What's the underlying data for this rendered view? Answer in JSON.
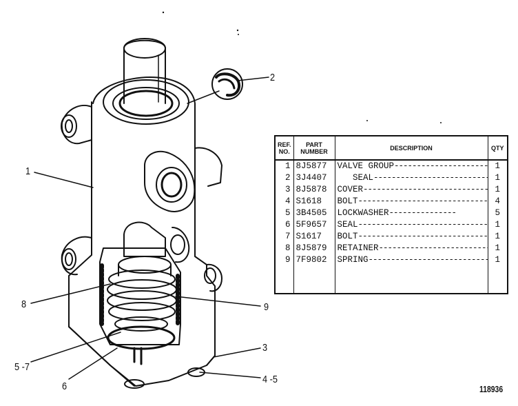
{
  "callouts": {
    "c1": "1",
    "c2": "2",
    "c3": "3",
    "c45": "4 -5",
    "c57": "5 -7",
    "c6": "6",
    "c8": "8",
    "c9": "9"
  },
  "table": {
    "headers": {
      "ref": [
        "REF.",
        "NO."
      ],
      "part": [
        "PART",
        "NUMBER"
      ],
      "description": "DESCRIPTION",
      "qty": "QTY"
    },
    "rows": [
      {
        "ref": "1",
        "part": "8J5877",
        "desc": "VALVE GROUP",
        "dots": "----------------------",
        "qty": "1"
      },
      {
        "ref": "2",
        "part": "3J4407",
        "desc": "   SEAL",
        "dots": "-----------------------------",
        "qty": "1"
      },
      {
        "ref": "3",
        "part": "8J5878",
        "desc": "COVER",
        "dots": "-----------------------------",
        "qty": "1"
      },
      {
        "ref": "4",
        "part": "S1618",
        "desc": "BOLT",
        "dots": "------------------------------",
        "qty": "4"
      },
      {
        "ref": "5",
        "part": "3B4505",
        "desc": "LOCKWASHER",
        "dots": "---------------",
        "qty": "5"
      },
      {
        "ref": "6",
        "part": "5F9657",
        "desc": "SEAL",
        "dots": "------------------------------",
        "qty": "1"
      },
      {
        "ref": "7",
        "part": "S1617",
        "desc": "BOLT",
        "dots": "------------------------------",
        "qty": "1"
      },
      {
        "ref": "8",
        "part": "8J5879",
        "desc": "RETAINER",
        "dots": "-------------------------",
        "qty": "1"
      },
      {
        "ref": "9",
        "part": "7F9802",
        "desc": "SPRING",
        "dots": "---------------------------",
        "qty": "1"
      }
    ]
  },
  "figure_number": "118936"
}
